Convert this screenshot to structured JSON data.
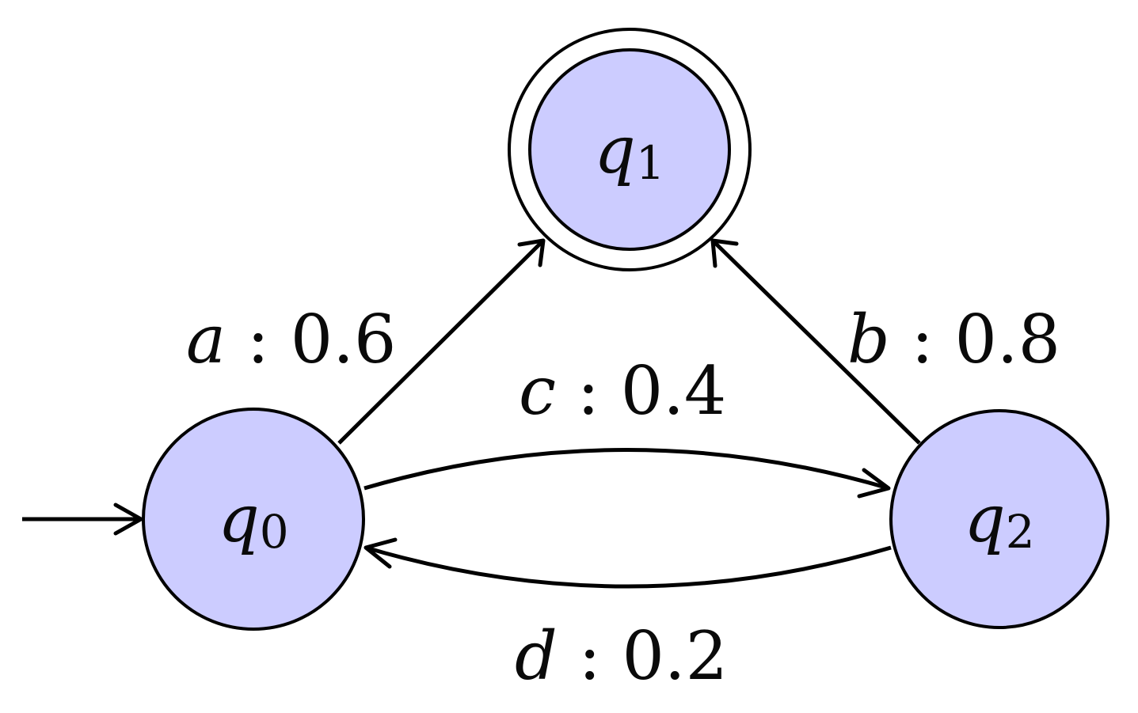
{
  "colors": {
    "state_fill": "#ccccff",
    "stroke": "#000000",
    "text": "#0a0a0a",
    "background": "#ffffff"
  },
  "states": {
    "q0": {
      "name": "q",
      "subscript": "0",
      "initial": true,
      "accepting": false
    },
    "q1": {
      "name": "q",
      "subscript": "1",
      "initial": false,
      "accepting": true
    },
    "q2": {
      "name": "q",
      "subscript": "2",
      "initial": false,
      "accepting": false
    }
  },
  "transitions": {
    "q0_q1": {
      "from": "q0",
      "to": "q1",
      "symbol": "a",
      "separator": " : ",
      "probability": "0.6"
    },
    "q2_q1": {
      "from": "q2",
      "to": "q1",
      "symbol": "b",
      "separator": " : ",
      "probability": "0.8"
    },
    "q0_q2": {
      "from": "q0",
      "to": "q2",
      "symbol": "c",
      "separator": " : ",
      "probability": "0.4"
    },
    "q2_q0": {
      "from": "q2",
      "to": "q0",
      "symbol": "d",
      "separator": " : ",
      "probability": "0.2"
    }
  }
}
